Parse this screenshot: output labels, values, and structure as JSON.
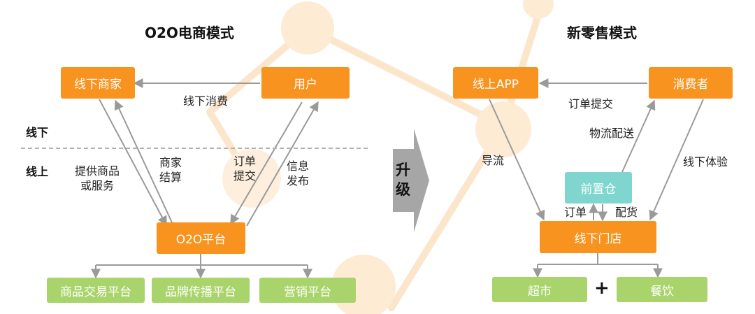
{
  "o2o": {
    "title": "O2O电商模式",
    "offline_merchant": "线下商家",
    "user": "用户",
    "platform": "O2O平台",
    "sub_platforms": [
      "商品交易平台",
      "品牌传播平台",
      "营销平台"
    ],
    "edge_offline_consume": "线下消费",
    "edge_provide_goods": "提供商品\n或服务",
    "edge_merchant_settle": "商家\n结算",
    "edge_order_submit": "订单\n提交",
    "edge_info_publish": "信息\n发布",
    "zone_offline": "线下",
    "zone_online": "线上"
  },
  "upgrade": "升\n级",
  "new_retail": {
    "title": "新零售模式",
    "online_app": "线上APP",
    "consumer": "消费者",
    "front_warehouse": "前置仓",
    "offline_store": "线下门店",
    "supermarket": "超市",
    "dining": "餐饮",
    "plus": "+",
    "edge_order_submit": "订单提交",
    "edge_logistics": "物流配送",
    "edge_traffic": "导流",
    "edge_offline_experience": "线下体验",
    "edge_order": "订单",
    "edge_distribution": "配货"
  },
  "colors": {
    "orange": "#f7931e",
    "green": "#a9d46b",
    "teal": "#7fd6cf",
    "line": "#9a9a9a"
  }
}
